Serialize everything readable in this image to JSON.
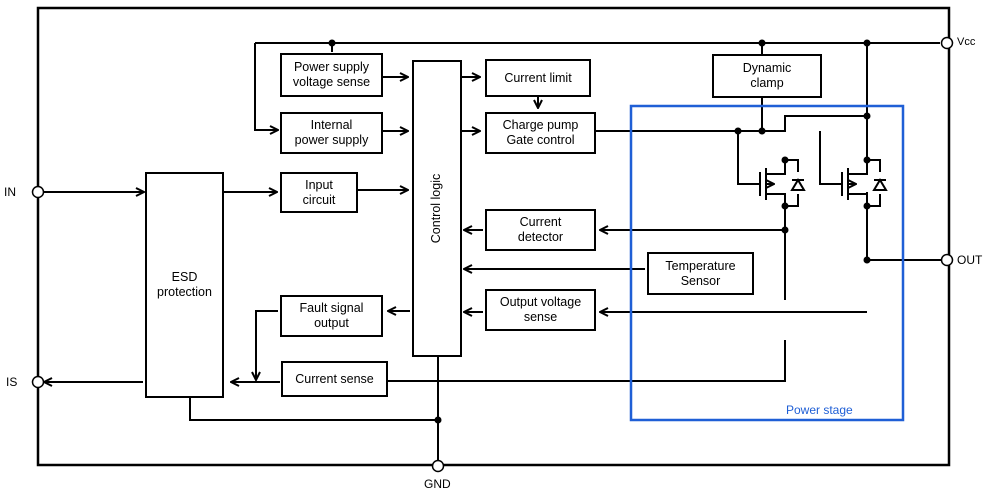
{
  "pins": {
    "vcc": "Vcc",
    "in": "IN",
    "is": "IS",
    "out": "OUT",
    "gnd": "GND"
  },
  "blocks": {
    "power_supply_voltage_sense": "Power supply\nvoltage sense",
    "internal_power_supply": "Internal\npower supply",
    "input_circuit": "Input\ncircuit",
    "esd_protection": "ESD\nprotection",
    "fault_signal_output": "Fault signal\noutput",
    "current_sense": "Current sense",
    "control_logic": "Control logic",
    "current_limit": "Current limit",
    "charge_pump_gate_control": "Charge pump\nGate control",
    "current_detector": "Current\ndetector",
    "output_voltage_sense": "Output voltage\nsense",
    "temperature_sensor": "Temperature\nSensor",
    "dynamic_clamp": "Dynamic\nclamp"
  },
  "regions": {
    "power_stage": "Power stage"
  },
  "colors": {
    "power_stage_border": "#1f5fd6",
    "power_stage_label": "#1f5fd6"
  }
}
